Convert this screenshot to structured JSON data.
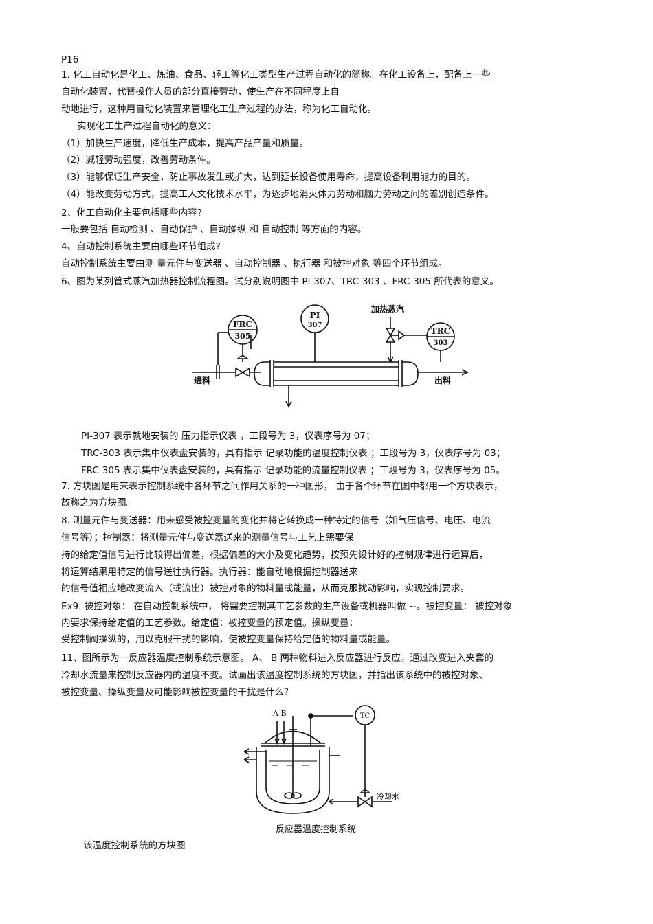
{
  "page_label": "P16",
  "q1": {
    "lines": [
      "1.  化工自动化是化工、炼油、食品、轻工等化工类型生产过程自动化的简称。在化工设备上，配备上一些",
      "自动化装置，代替操作人员的部分直接劳动，使生产在不同程度上自",
      "动地进行，这种用自动化装置来管理化工生产过程的办法，称为化工自动化。"
    ],
    "meaning_title": "实现化工生产过程自动化的意义：",
    "points": [
      "（1）加快生产速度，降低生产成本，提高产品产量和质量。",
      "（2）减轻劳动强度，改善劳动条件。",
      "（3）能够保证生产安全，防止事故发生或扩大，达到延长设备使用寿命，提高设备利用能力的目的。",
      "（4）能改变劳动方式，提高工人文化技术水平，为逐步地消灭体力劳动和脑力劳动之间的差别创造条件。"
    ]
  },
  "q2": {
    "question": "2、化工自动化主要包括哪些内容?",
    "answer": "一般要包括  自动检测  、自动保护  、自动操纵  和 自动控制  等方面的内容。"
  },
  "q4": {
    "question": "4、自动控制系统主要由哪些环节组成?",
    "answer": "自动控制系统主要由测     量元件与变送器    、自动控制器    、执行器  和被控对象  等四个环节组成。"
  },
  "q6": {
    "question": "6、图为某列管式蒸汽加热器控制流程图。试分别说明图中             PI-307、TRC-303 、FRC-305 所代表的意义。",
    "diagram": {
      "frc_top": "FRC",
      "frc_bottom": "305",
      "pi_top": "PI",
      "pi_bottom": "307",
      "trc_top": "TRC",
      "trc_bottom": "303",
      "steam_label": "加热蒸汽",
      "inlet_label": "进料",
      "outlet_label": "出料"
    },
    "answers": [
      "PI-307  表示就地安装的    压力指示仪表   ，工段号为    3，仪表序号为    07；",
      "TRC-303  表示集中仪表盘安装的，具有指示       记录功能的温度控制仪表     ；工段号为    3，仪表序号为    03；",
      "FRC-305  表示集中仪表盘安装的，具有指示       记录功能的流量控制仪表     ；工段号为    3，仪表序号为    05。"
    ]
  },
  "q7": {
    "lines": [
      "7. 方块图是用来表示控制系统中各环节之间作用关系的一种图形，            由于各个环节在图中都用一个方块表示，",
      "故称之为方块图。"
    ]
  },
  "q8": {
    "lines": [
      "8. 测量元件与变送器：用来感受被控变量的变化并将它转换成一种特定的信号（如气压信号、电压、电流",
      "信号等）；控制器：将测量元件与变送器送来的测量信号与工艺上需要保",
      "持的给定值信号进行比较得出偏差，根据偏差的大小及变化趋势，按预先设计好的控制规律进行运算后，",
      "将运算结果用特定的信号送往执行器。执行器：能自动地根据控制器送来",
      "的信号值相应地改变流入（或流出）被控对象的物料量或能量，从而克服扰动影响，实现控制要求。"
    ]
  },
  "ex9": {
    "lines": [
      "Ex9. 被控对象：  在自动控制系统中，    将需要控制其工艺参数的生产设备或机器叫做       ~。被控变量：  被控对象",
      "内要求保持给定值的工艺参数。给定值：被控变量的预定值。操纵变量：",
      "受控制阀操纵的，用以克服干扰的影响，使被控变量保持给定值的物料量或能量。"
    ]
  },
  "q11": {
    "lines": [
      "11、图所示为一反应器温度控制系统示意图。          A、 B  两种物料进入反应器进行反应，通过改变进入夹套的",
      "冷却水流量来控制反应器内的温度不变。试画出该温度控制系统的方块图，并指出该系统中的被控对象、",
      "被控变量、操纵变量及可能影响被控变量的干扰是什么？"
    ],
    "diagram": {
      "ab_label": "A B",
      "tc_label": "TC",
      "water_label": "冷却水"
    },
    "caption": "反应器温度控制系统",
    "block_title": "该温度控制系统的方块图"
  }
}
